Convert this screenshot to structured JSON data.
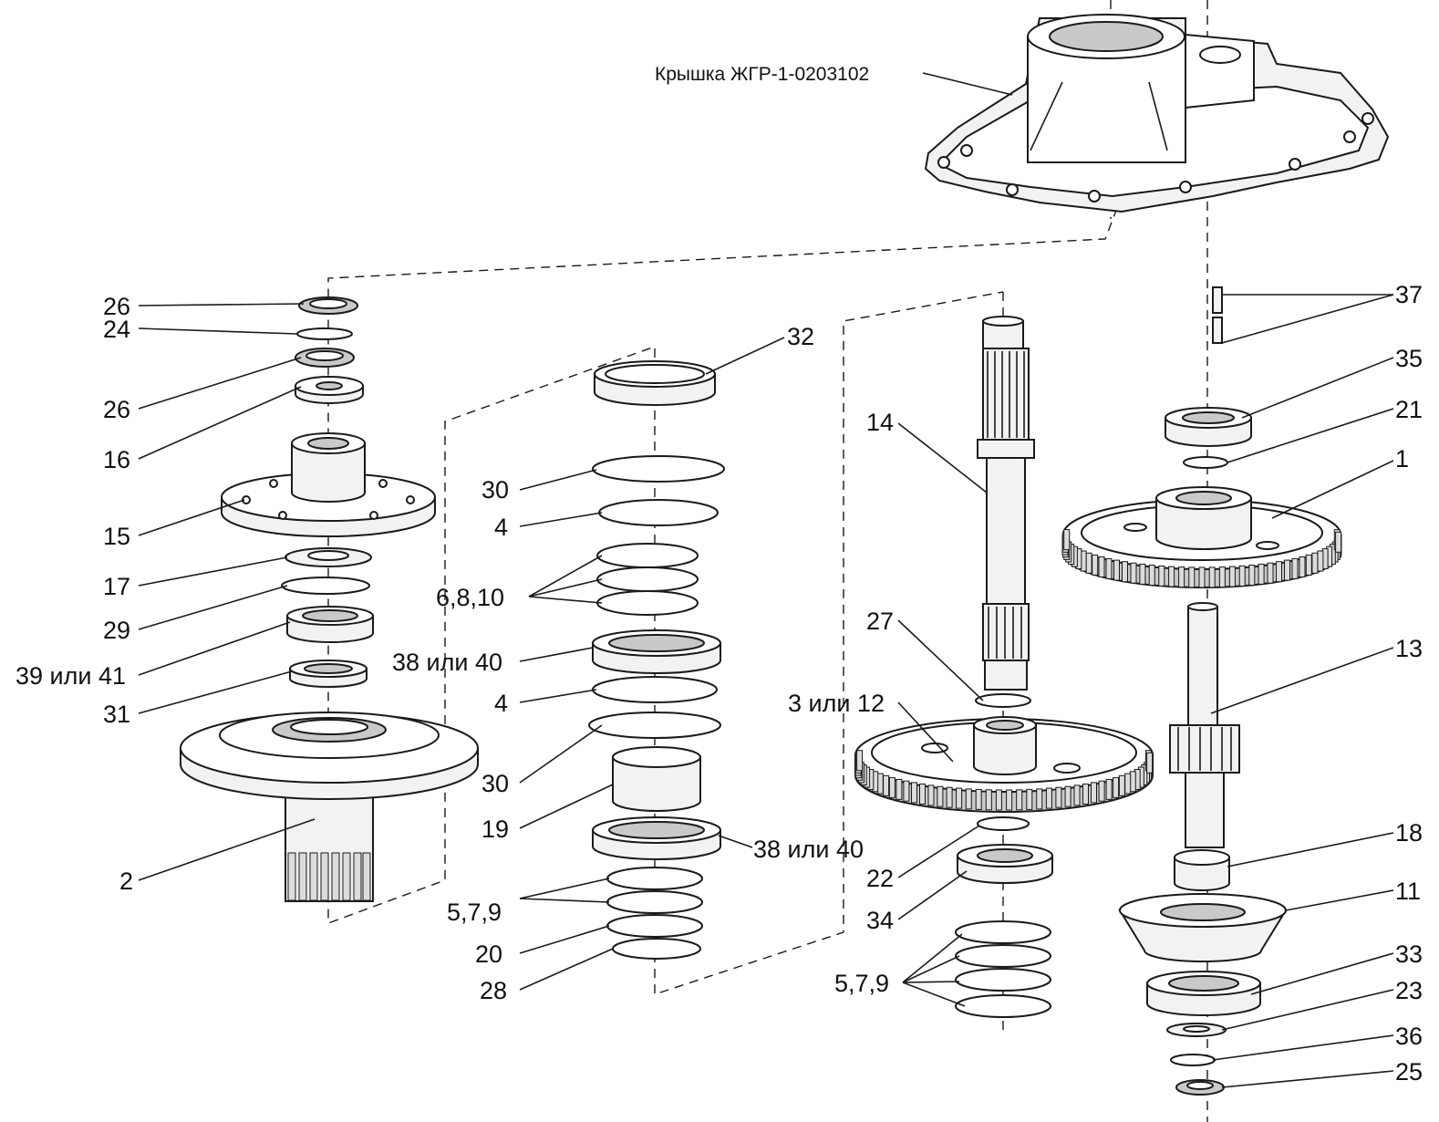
{
  "cover": {
    "label": "Крышка ЖГР-1-0203102"
  },
  "callouts": {
    "c26a": "26",
    "c24": "24",
    "c26b": "26",
    "c16": "16",
    "c15": "15",
    "c17": "17",
    "c29": "29",
    "c39_41": "39 или 41",
    "c31": "31",
    "c2": "2",
    "c32": "32",
    "c30a": "30",
    "c4a": "4",
    "c6_8_10": "6,8,10",
    "c38_40a": "38 или 40",
    "c4b": "4",
    "c30b": "30",
    "c19": "19",
    "c38_40b": "38 или 40",
    "c5_7_9a": "5,7,9",
    "c20": "20",
    "c28": "28",
    "c14": "14",
    "c27": "27",
    "c3_12": "3 или 12",
    "c22": "22",
    "c34": "34",
    "c5_7_9b": "5,7,9",
    "c37": "37",
    "c35": "35",
    "c21": "21",
    "c1": "1",
    "c13": "13",
    "c18": "18",
    "c11": "11",
    "c33": "33",
    "c23": "23",
    "c36": "36",
    "c25": "25"
  }
}
